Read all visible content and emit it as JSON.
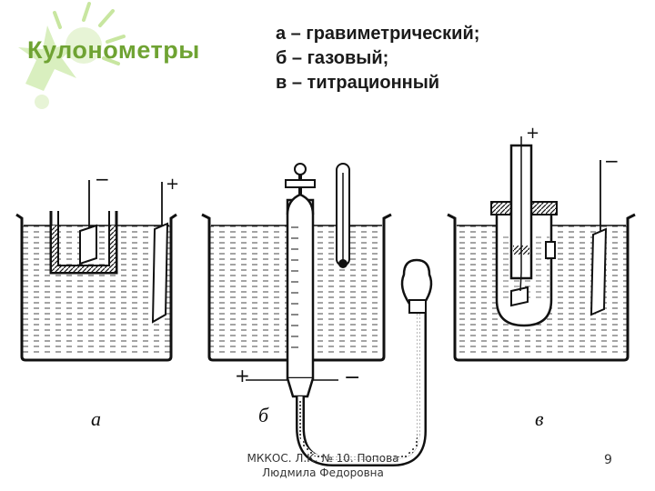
{
  "slide": {
    "title": "Кулонометры",
    "legend": [
      "а – гравиметрический;",
      "б – газовый;",
      "в – титрационный"
    ],
    "figure": {
      "labels": {
        "a": "а",
        "b": "б",
        "v": "в"
      },
      "polarity": {
        "a_minus": "−",
        "a_plus": "+",
        "b_plus": "+",
        "b_minus": "−",
        "v_plus": "+",
        "v_minus": "−"
      }
    },
    "footer": {
      "line1": "МККОС. Л.К. № 10. Попова",
      "line2": "Людмила Федоровна"
    },
    "page_number": "9"
  },
  "colors": {
    "title": "#6fa333",
    "decoration": "#c8e6a0",
    "text": "#1a1a1a"
  }
}
